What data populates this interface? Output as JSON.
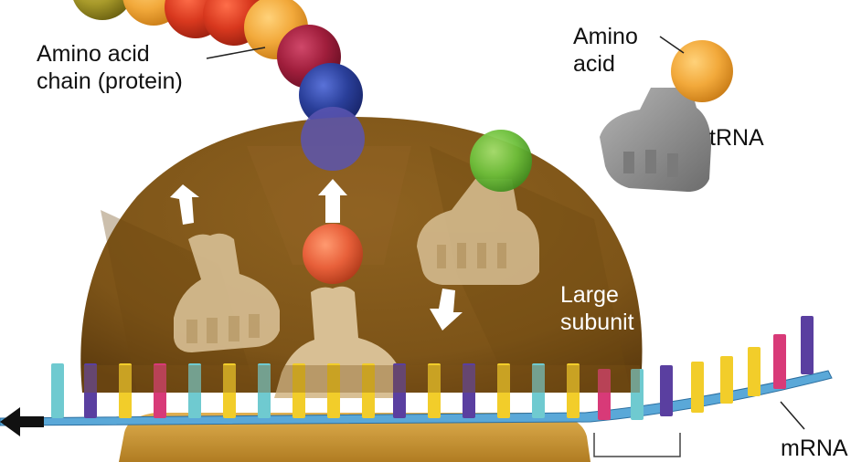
{
  "labels": {
    "amino_acid_chain": [
      "Amino acid",
      "chain (protein)"
    ],
    "amino_acid": [
      "Amino",
      "acid"
    ],
    "trna": "tRNA",
    "large_subunit": [
      "Large",
      "subunit"
    ],
    "mrna": "mRNA"
  },
  "colors": {
    "ribosome_large": "#7d5418",
    "ribosome_large_edge": "#9a6c28",
    "ribosome_small": "#c9953a",
    "trna_light": "#d8bf94",
    "trna_gray": "#8a8a8a",
    "mrna_strand": "#5aa8d8",
    "amino_orange": "#f2a93b",
    "amino_maroon": "#a01e3c",
    "amino_blue": "#2a3f9a",
    "amino_red": "#d8381e",
    "amino_green": "#6cbf3a",
    "amino_salmon": "#e8603a",
    "base_yellow": "#f2cd2a",
    "base_teal": "#6fcad0",
    "base_purple": "#5a3fa0",
    "base_magenta": "#d83a78"
  },
  "icons": [
    "arrow-up-icon",
    "arrow-up-icon",
    "arrow-down-icon",
    "arrow-left-icon"
  ]
}
